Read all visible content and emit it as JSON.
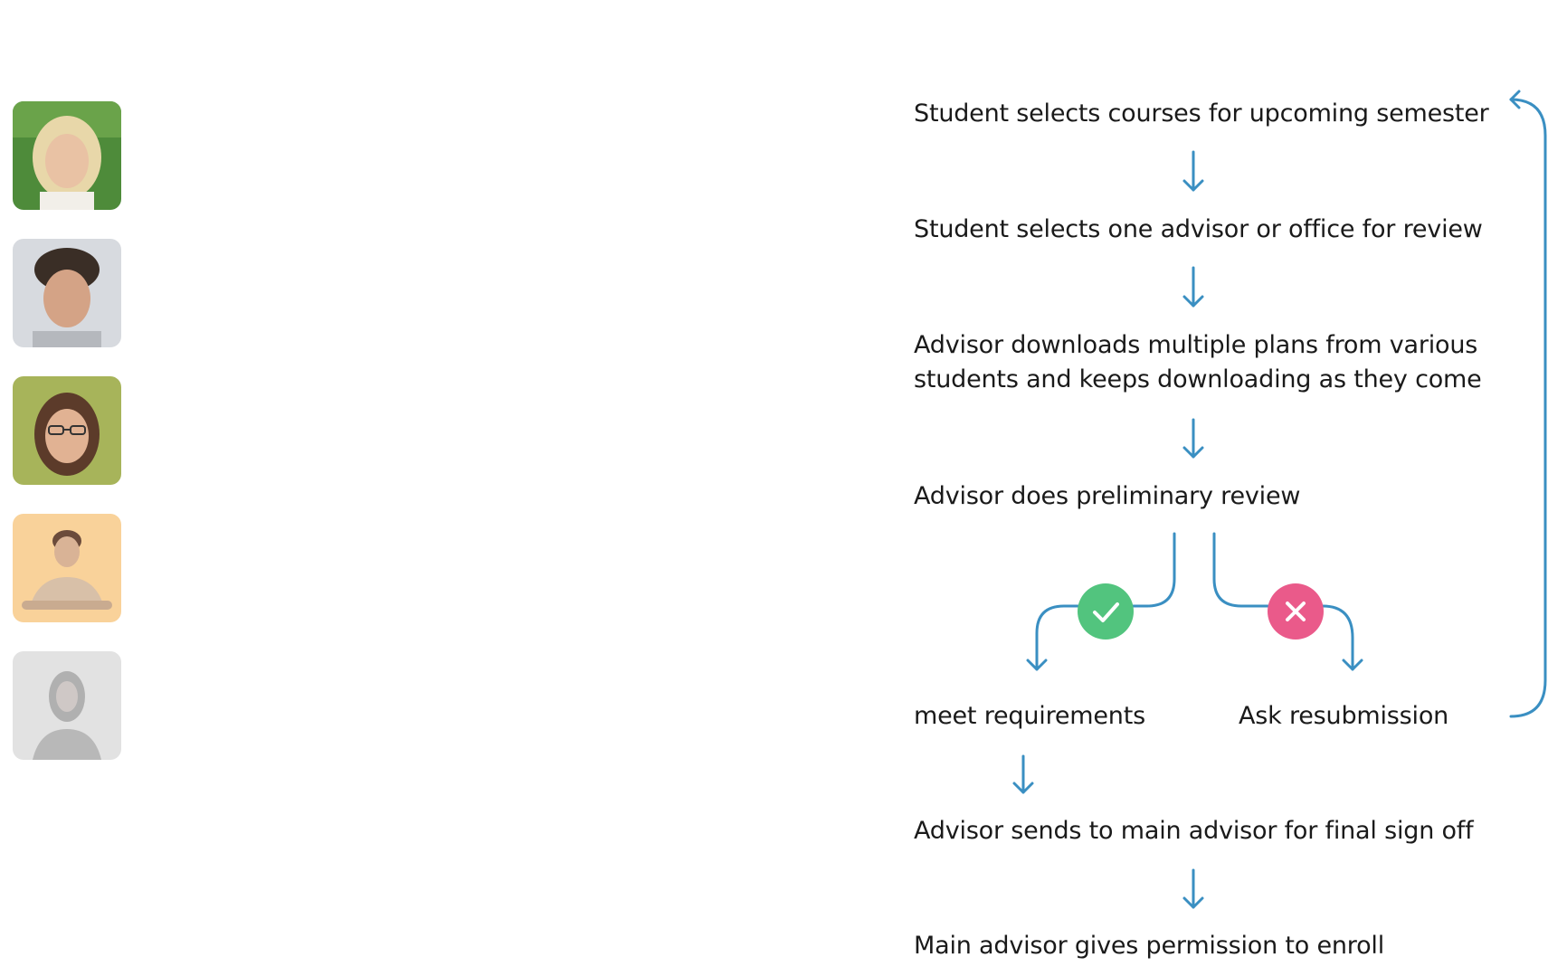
{
  "avatars": [
    {
      "name": "avatar-blonde-woman-photo",
      "background": "#4e8b3a",
      "skin": "#e9c2a4",
      "hair": "#e8d7a9"
    },
    {
      "name": "avatar-dark-haired-man-photo",
      "background": "#d7dadf",
      "skin": "#d4a386",
      "hair": "#3a2e26"
    },
    {
      "name": "avatar-woman-with-glasses-photo",
      "background": "#a7b45a",
      "skin": "#e1b293",
      "hair": "#5c3b2a"
    },
    {
      "name": "avatar-boy-on-orange-photo",
      "background": "#f9d29a",
      "skin": "#d9b396",
      "hair": "#6b4b3b"
    },
    {
      "name": "avatar-woman-faded-photo",
      "background": "#e2e2e2",
      "skin": "#cfc8c6",
      "hair": "#8f8f8f"
    }
  ],
  "flow": {
    "steps": [
      "Student selects courses for upcoming semester",
      "Student selects one advisor or office for review",
      "Advisor downloads multiple plans from various",
      "students and keeps downloading as they come",
      "Advisor does preliminary review",
      "Advisor sends to main advisor for final sign off",
      "Main advisor gives permission to enroll"
    ],
    "branches": {
      "approve_label": "meet requirements",
      "reject_label": "Ask resubmission"
    },
    "icons": {
      "approve": "check-icon",
      "reject": "close-icon"
    },
    "colors": {
      "arrow": "#3a8fc2",
      "approve": "#52c47e",
      "reject": "#ea5a8a"
    }
  }
}
